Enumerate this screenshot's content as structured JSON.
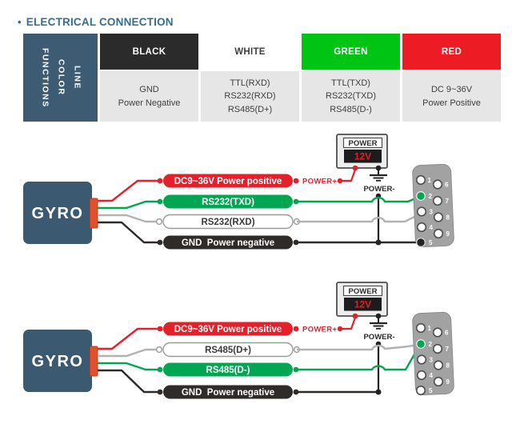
{
  "title": {
    "bullet": "•",
    "text": "ELECTRICAL CONNECTION"
  },
  "table": {
    "row_header_lines": [
      "LINE",
      "COLOR",
      "FUNCTIONS"
    ],
    "columns": [
      {
        "color_name": "BLACK",
        "functions": [
          "GND",
          "Power Negative"
        ]
      },
      {
        "color_name": "WHITE",
        "functions": [
          "TTL(RXD)",
          "RS232(RXD)",
          "RS485(D+)"
        ]
      },
      {
        "color_name": "GREEN",
        "functions": [
          "TTL(TXD)",
          "RS232(TXD)",
          "RS485(D-)"
        ]
      },
      {
        "color_name": "RED",
        "functions": [
          "DC 9~36V",
          "Power Positive"
        ]
      }
    ]
  },
  "diagram_rs232": {
    "device_label": "GYRO",
    "power_box": {
      "title": "POWER",
      "voltage": "12V"
    },
    "power_plus_label": "POWER+",
    "power_minus_label": "POWER-",
    "wires": [
      {
        "label": "DC9~36V Power positive",
        "color": "#e4202a"
      },
      {
        "label": "RS232(TXD)",
        "color": "#00a651"
      },
      {
        "label": "RS232(RXD)",
        "color": "#ffffff"
      },
      {
        "label": "GND  Power negative",
        "color": "#2f2b29"
      }
    ],
    "pins": [
      "1",
      "2",
      "3",
      "4",
      "5",
      "6",
      "7",
      "8",
      "9"
    ]
  },
  "diagram_rs485": {
    "device_label": "GYRO",
    "power_box": {
      "title": "POWER",
      "voltage": "12V"
    },
    "power_plus_label": "POWER+",
    "power_minus_label": "POWER-",
    "wires": [
      {
        "label": "DC9~36V Power positive",
        "color": "#e4202a"
      },
      {
        "label": "RS485(D+)",
        "color": "#ffffff"
      },
      {
        "label": "RS485(D-)",
        "color": "#00a651"
      },
      {
        "label": "GND  Power negative",
        "color": "#2f2b29"
      }
    ],
    "pins": [
      "1",
      "2",
      "3",
      "4",
      "5",
      "6",
      "7",
      "8",
      "9"
    ]
  },
  "colors": {
    "title_blue": "#336e91",
    "panel_blue": "#3d5c74",
    "table_black": "#2b2b2b",
    "table_green": "#00c414",
    "table_red": "#ed1c24",
    "table_gray_row": "#e6e6e6",
    "wire_red": "#e4202a",
    "wire_green": "#00a651",
    "wire_gray": "#b2b2b2",
    "wire_black": "#2e2a28",
    "connector_orange": "#e0512d",
    "db9_gray": "#a2a2a2"
  }
}
